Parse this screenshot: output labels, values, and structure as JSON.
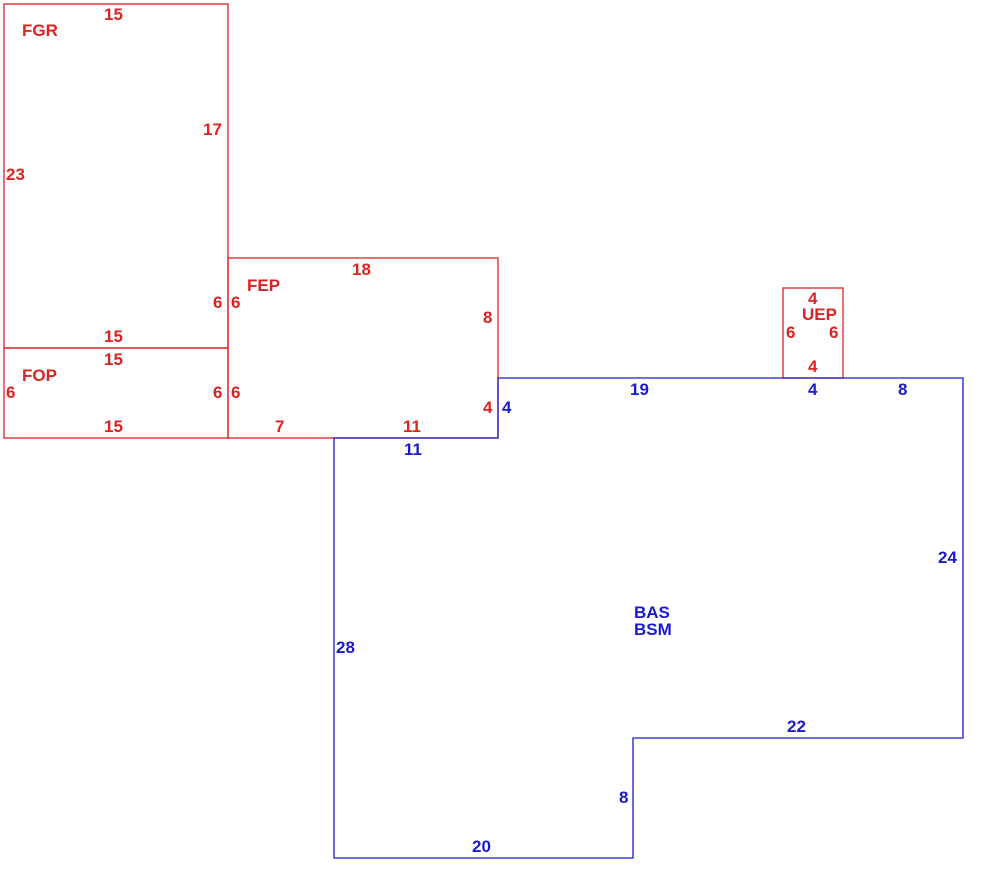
{
  "colors": {
    "red": "#dd2222",
    "blue": "#1a1acc"
  },
  "areas": {
    "fgr": {
      "code": "FGR",
      "dims": {
        "top": "15",
        "right": "17",
        "left": "23",
        "bottom": "15",
        "right_lower": "6"
      }
    },
    "fop": {
      "code": "FOP",
      "dims": {
        "top": "15",
        "left": "6",
        "right": "6",
        "bottom": "15"
      }
    },
    "fep": {
      "code": "FEP",
      "dims": {
        "top": "18",
        "left_upper": "6",
        "left_lower": "6",
        "right": "8",
        "right_lower": "4",
        "bottom_left": "7",
        "bottom_right": "11"
      }
    },
    "uep": {
      "code": "UEP",
      "dims": {
        "top": "4",
        "left": "6",
        "right": "6",
        "bottom": "4"
      }
    },
    "bas": {
      "codes": [
        "BAS",
        "BSM"
      ],
      "dims": {
        "left_step": "4",
        "top": "19",
        "top_uep": "4",
        "top_right": "8",
        "right": "24",
        "step_top": "22",
        "step_left": "8",
        "bottom": "20",
        "left": "28",
        "top_left": "11"
      }
    }
  }
}
